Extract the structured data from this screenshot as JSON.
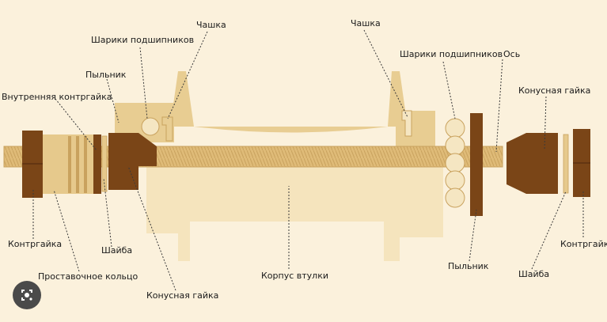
{
  "labels": {
    "cup_left": "Чашка",
    "balls_left": "Шарики подшипников",
    "dust_cap_left": "Пыльник",
    "inner_locknut": "Внутренняя контргайка",
    "cup_right": "Чашка",
    "balls_right": "Шарики подшипников",
    "axle": "Ось",
    "cone_nut_right": "Конусная гайка",
    "locknut_left": "Контргайка",
    "washer_left": "Шайба",
    "spacer_ring": "Проставочное кольцо",
    "cone_nut_left": "Конусная гайка",
    "hub_body": "Корпус втулки",
    "dust_cap_right": "Пыльник",
    "washer_right": "Шайба",
    "locknut_right": "Контргайка"
  },
  "colors": {
    "background": "#fbf1dc",
    "hub_shell": "#f5e4bd",
    "hub_flange": "#e8cd92",
    "axle": "#e2bf7d",
    "dark_part": "#7a4517",
    "spacer": "#e6c98c",
    "ball": "#f5e6c2",
    "leader": "#3a3a3a"
  },
  "icons": {
    "lens": "lens-icon"
  }
}
